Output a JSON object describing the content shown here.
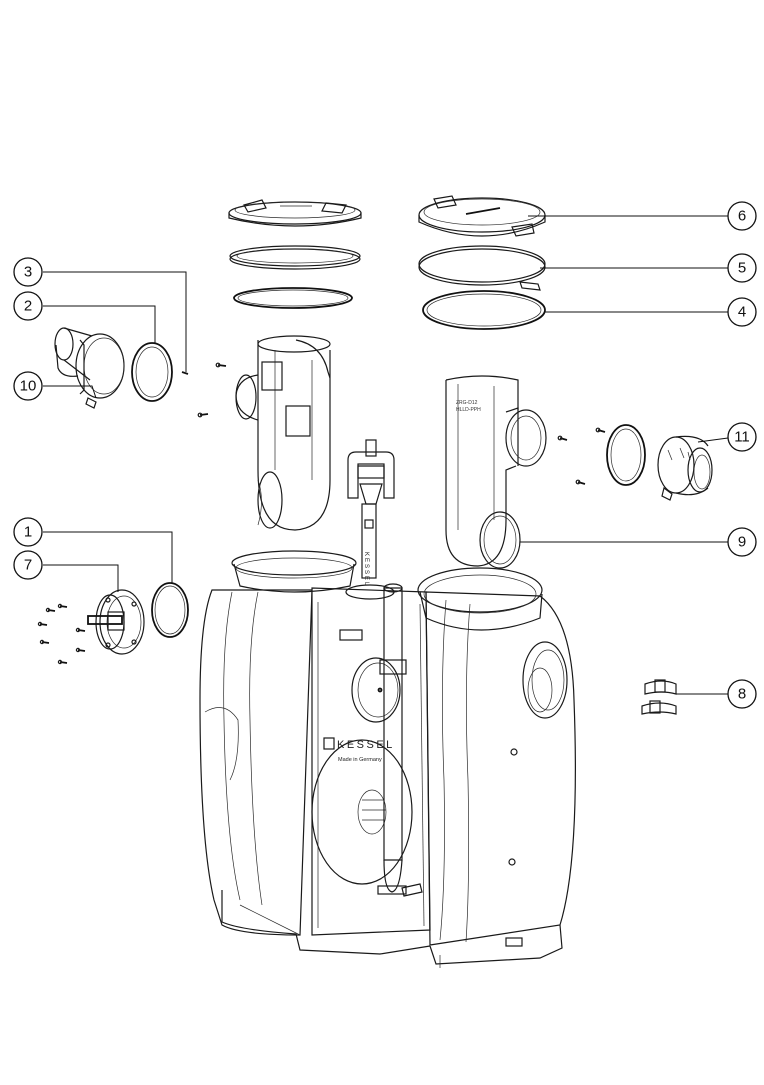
{
  "brand": {
    "logo_text": "KESSEL",
    "made_in": "Made in Germany",
    "pipe_label_line1": "KESSEL",
    "pipe_print": "ZRG-D12",
    "pipe_print2": "HLLD-PPH"
  },
  "callouts": [
    {
      "id": "c1",
      "number": "1"
    },
    {
      "id": "c2",
      "number": "2"
    },
    {
      "id": "c3",
      "number": "3"
    },
    {
      "id": "c4",
      "number": "4"
    },
    {
      "id": "c5",
      "number": "5"
    },
    {
      "id": "c6",
      "number": "6"
    },
    {
      "id": "c7",
      "number": "7"
    },
    {
      "id": "c8",
      "number": "8"
    },
    {
      "id": "c9",
      "number": "9"
    },
    {
      "id": "c10",
      "number": "10"
    },
    {
      "id": "c11",
      "number": "11"
    }
  ]
}
